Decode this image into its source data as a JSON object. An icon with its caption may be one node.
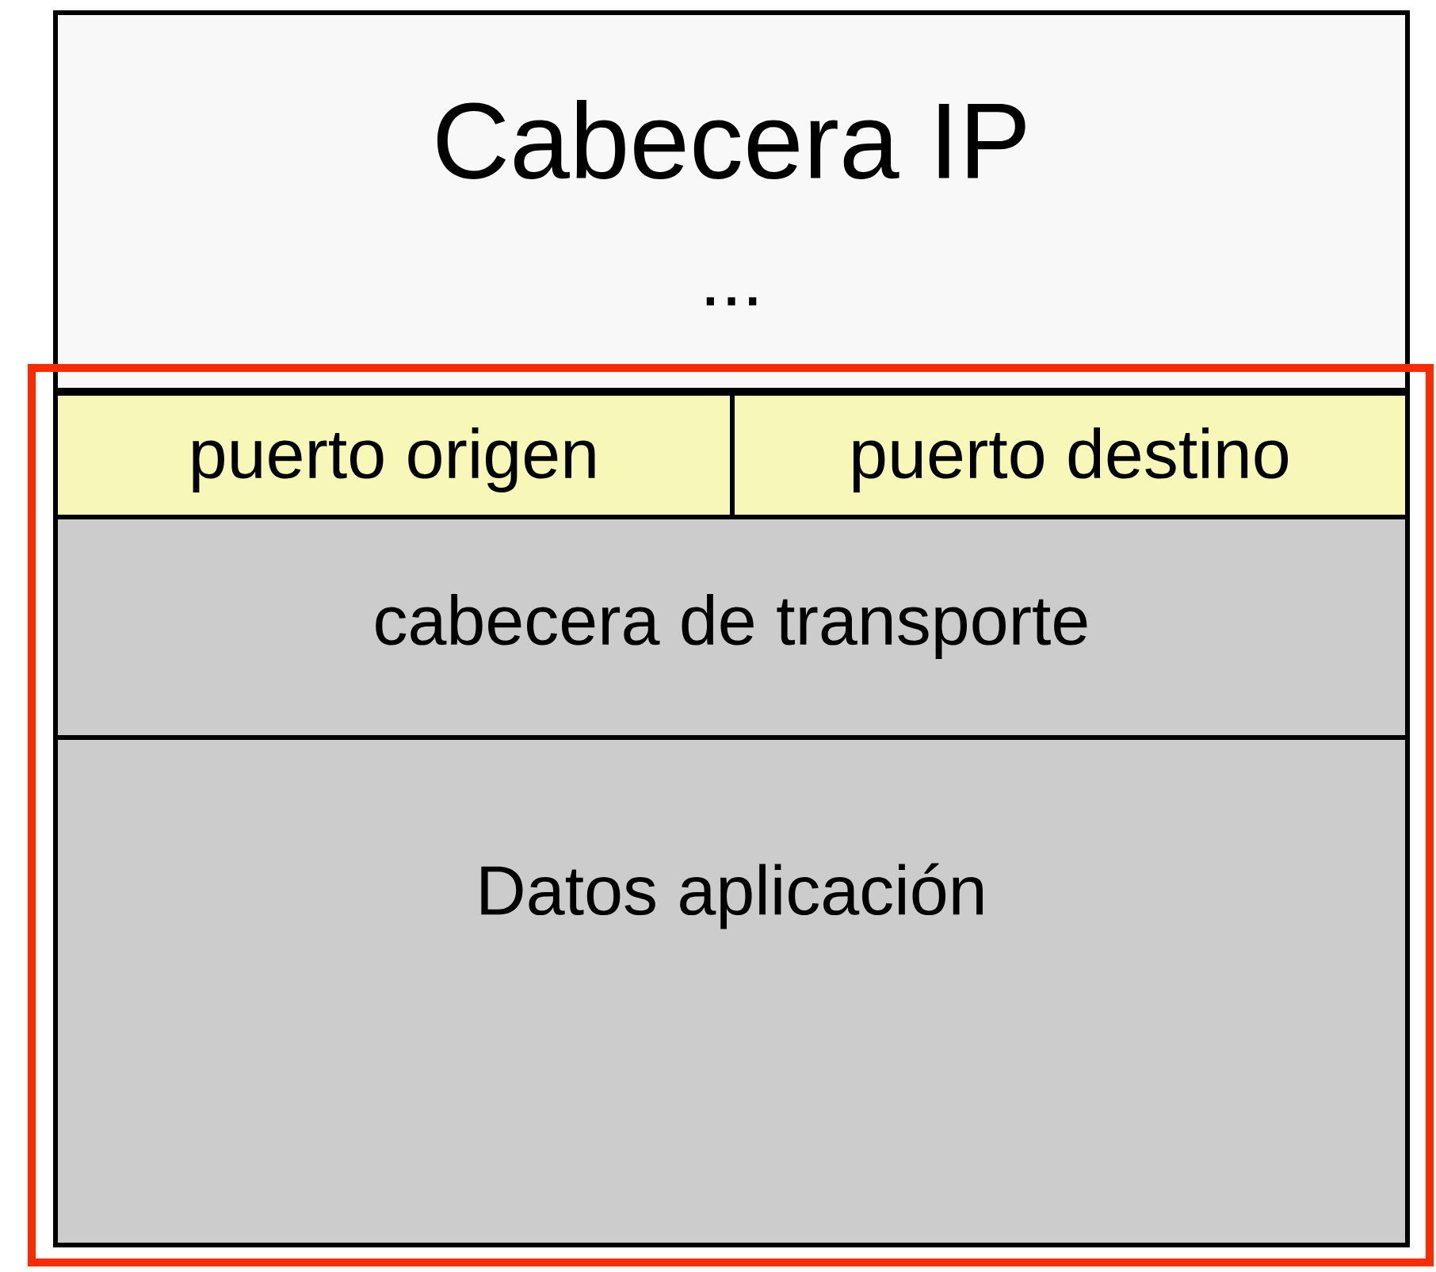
{
  "diagram": {
    "nodes": [
      {
        "text": [
          "Cabecera IP",
          "..."
        ]
      },
      {
        "text": [],
        "shape": "box"
      },
      {
        "text": [
          "puerto origen"
        ],
        "in": 1
      },
      {
        "text": [
          "puerto destino"
        ],
        "in": 1
      },
      {
        "text": [
          "cabecera de transporte"
        ],
        "in": 1
      },
      {
        "text": [
          "Datos aplicación"
        ],
        "in": 1
      }
    ]
  }
}
